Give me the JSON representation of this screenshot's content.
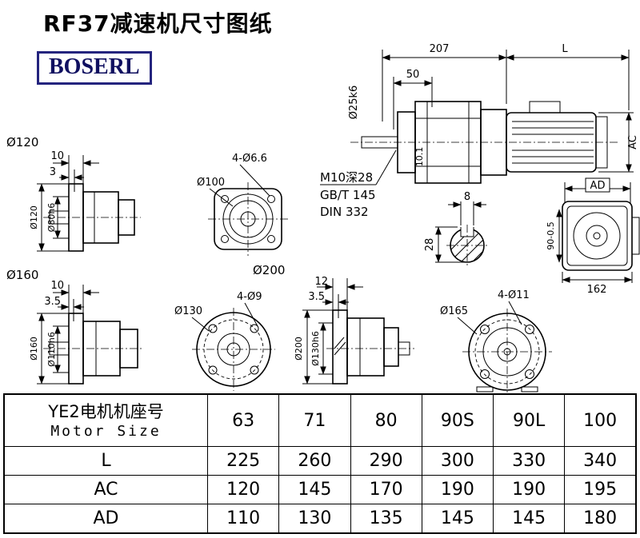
{
  "page": {
    "title": "RF37减速机尺寸图纸",
    "logo": "BOSERL"
  },
  "drawing": {
    "main": {
      "dim_207": "207",
      "dim_l": "L",
      "dim_50": "50",
      "shaft_dia": "Ø25k6",
      "dim_101": "10.1",
      "ac": "AC",
      "note_thread": "M10深28",
      "note_gb": "GB/T 145",
      "note_din": "DIN 332"
    },
    "keyway_section": {
      "dim_8": "8",
      "dim_28": "28"
    },
    "rear_view": {
      "ad": "AD",
      "dim_90": "90-0.5",
      "dim_162": "162"
    },
    "flange120": {
      "title": "Ø120",
      "dim_10": "10",
      "dim_3": "3",
      "outer": "Ø120",
      "bore": "Ø80h6"
    },
    "flange100": {
      "holes": "4-Ø6.6",
      "dia": "Ø100"
    },
    "flange160": {
      "title": "Ø160",
      "dim_10": "10",
      "dim_35": "3.5",
      "outer": "Ø160",
      "bore": "Ø110h6"
    },
    "flange130": {
      "holes": "4-Ø9",
      "dia": "Ø130"
    },
    "side200": {
      "title": "Ø200",
      "dim_12": "12",
      "dim_35": "3.5",
      "outer": "Ø200",
      "bore": "Ø130h6"
    },
    "flange165": {
      "holes": "4-Ø11",
      "dia": "Ø165"
    }
  },
  "table": {
    "header": {
      "line1": "YE2电机机座号",
      "line2": "Motor Size"
    },
    "columns": [
      "63",
      "71",
      "80",
      "90S",
      "90L",
      "100"
    ],
    "rows": [
      {
        "label": "L",
        "values": [
          "225",
          "260",
          "290",
          "300",
          "330",
          "340"
        ]
      },
      {
        "label": "AC",
        "values": [
          "120",
          "145",
          "170",
          "190",
          "190",
          "195"
        ]
      },
      {
        "label": "AD",
        "values": [
          "110",
          "130",
          "135",
          "145",
          "145",
          "180"
        ]
      }
    ]
  }
}
